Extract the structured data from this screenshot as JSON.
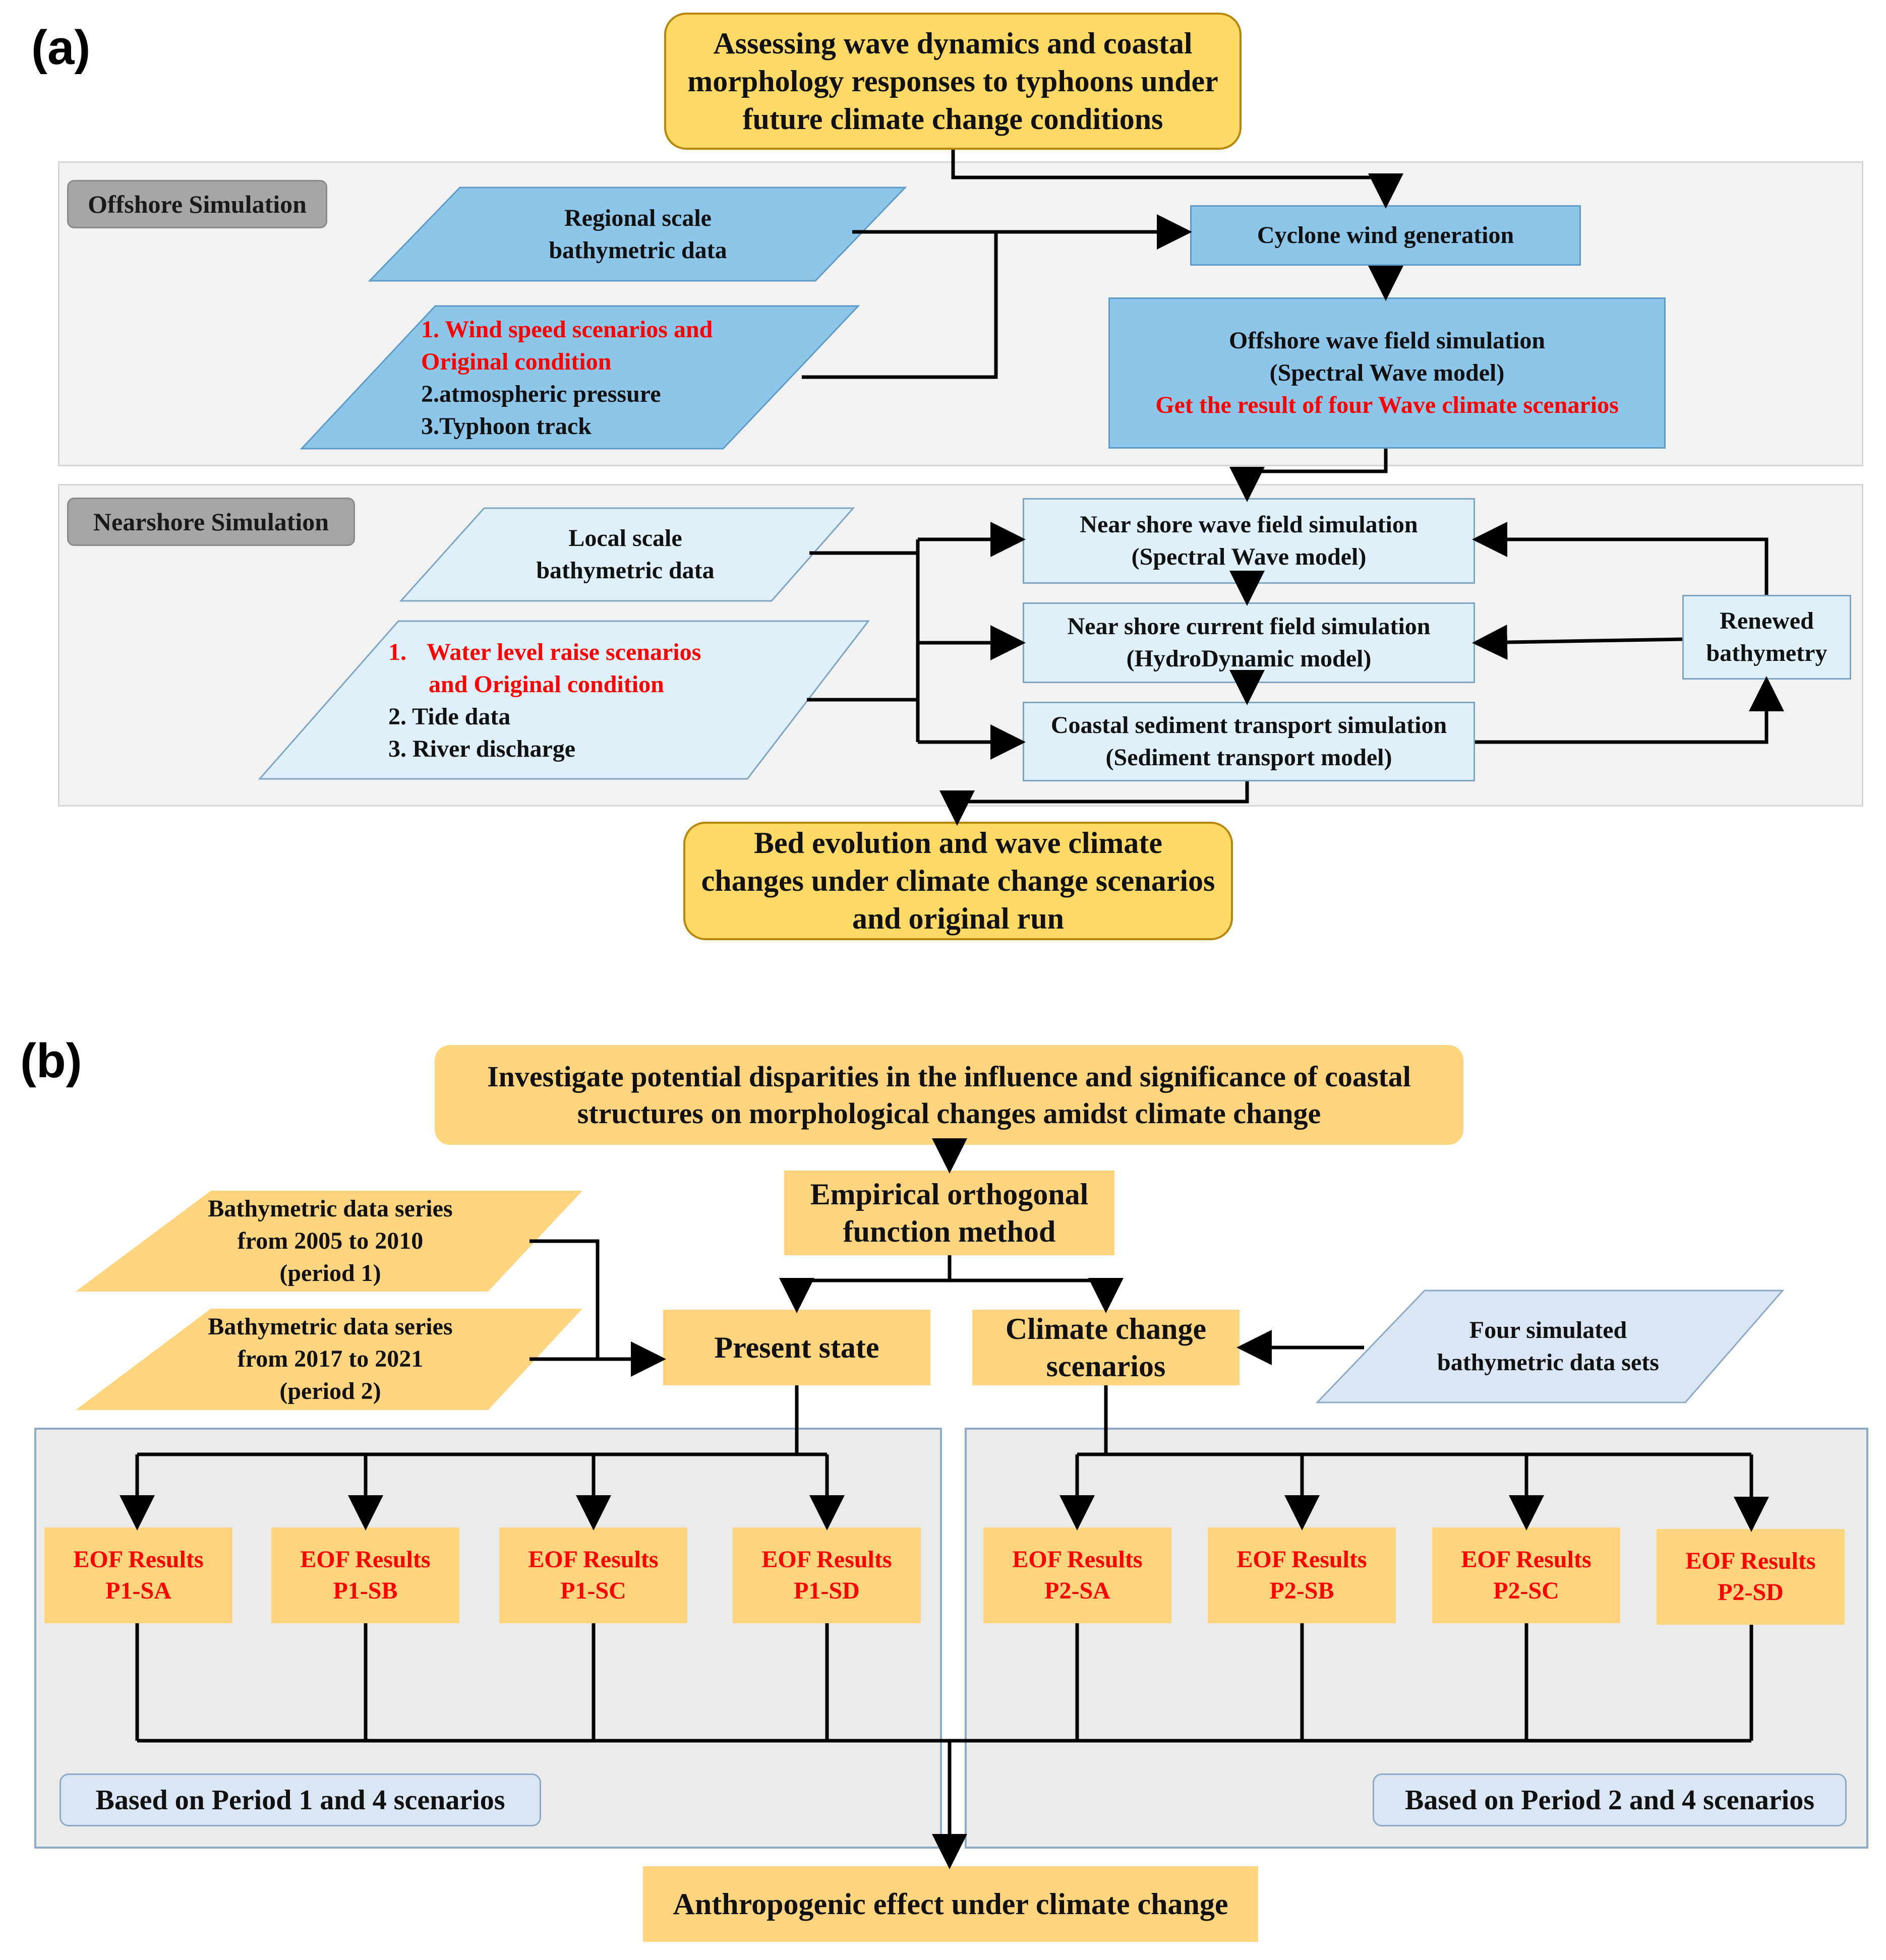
{
  "panel_a": {
    "label": "(a)",
    "title_lines": [
      "Assessing wave dynamics and coastal",
      "morphology responses to typhoons under",
      "future climate change conditions"
    ],
    "offshore_tag": "Offshore Simulation",
    "nearshore_tag": "Nearshore Simulation",
    "regional_bathy": [
      "Regional scale",
      "bathymetric data"
    ],
    "wind_inputs": {
      "red_lines": [
        "1. Wind speed scenarios and",
        "Original condition"
      ],
      "black_lines": [
        "2.atmospheric pressure",
        "3.Typhoon track"
      ]
    },
    "cyclone_wind": "Cyclone wind generation",
    "offshore_wave": {
      "lines": [
        "Offshore wave field simulation",
        "(Spectral Wave model)"
      ],
      "red_line": "Get the result of four Wave climate scenarios"
    },
    "local_bathy": [
      "Local scale",
      "bathymetric data"
    ],
    "water_inputs": {
      "red_line_1_num": "1.",
      "red_line_1": "Water level raise scenarios",
      "red_line_2": "and Original condition",
      "black_lines": [
        "2. Tide data",
        "3. River discharge"
      ]
    },
    "nearshore_wave": [
      "Near shore wave field simulation",
      "(Spectral Wave model)"
    ],
    "nearshore_current": [
      "Near shore current field simulation",
      "(HydroDynamic model)"
    ],
    "sediment": [
      "Coastal sediment transport simulation",
      "(Sediment transport model)"
    ],
    "renewed": [
      "Renewed",
      "bathymetry"
    ],
    "result_lines": [
      "Bed evolution and wave climate",
      "changes under climate change scenarios",
      "and original run"
    ]
  },
  "panel_b": {
    "label": "(b)",
    "title_lines": [
      "Investigate potential disparities in the influence and significance of coastal",
      "structures on morphological changes amidst climate change"
    ],
    "eof_method": [
      "Empirical orthogonal",
      "function method"
    ],
    "period1": [
      "Bathymetric data series",
      "from 2005 to 2010",
      "(period 1)"
    ],
    "period2": [
      "Bathymetric data series",
      "from 2017 to 2021",
      "(period 2)"
    ],
    "present_state": "Present state",
    "climate_scenarios": [
      "Climate change",
      "scenarios"
    ],
    "four_sets": [
      "Four simulated",
      "bathymetric data sets"
    ],
    "eof_results": [
      {
        "line1": "EOF Results",
        "line2": "P1-SA"
      },
      {
        "line1": "EOF Results",
        "line2": "P1-SB"
      },
      {
        "line1": "EOF Results",
        "line2": "P1-SC"
      },
      {
        "line1": "EOF Results",
        "line2": "P1-SD"
      },
      {
        "line1": "EOF Results",
        "line2": "P2-SA"
      },
      {
        "line1": "EOF Results",
        "line2": "P2-SB"
      },
      {
        "line1": "EOF Results",
        "line2": "P2-SC"
      },
      {
        "line1": "EOF Results",
        "line2": "P2-SD"
      }
    ],
    "based_p1": "Based on Period 1 and 4 scenarios",
    "based_p2": "Based on Period 2 and 4 scenarios",
    "anthropogenic": "Anthropogenic effect under climate change"
  },
  "colors": {
    "title_yellow": "#ffd966",
    "orange_fill": "#ffd47f",
    "blue_fill": "#8ec6ea",
    "light_blue_fill": "#dff0fb",
    "red_text": "#ff0000",
    "panel_gray": "#f2f2f2"
  }
}
